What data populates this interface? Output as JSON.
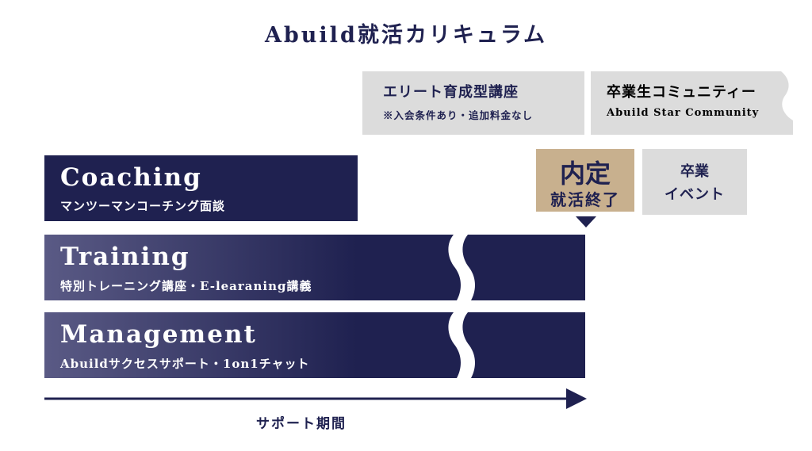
{
  "title": "Abuild就活カリキュラム",
  "elite_course": {
    "name": "エリート育成型講座",
    "note": "※入会条件あり・追加料金なし"
  },
  "alumni": {
    "name": "卒業生コミュニティー",
    "sub": "Abuild Star Community"
  },
  "offer": {
    "line1": "内定",
    "line2": "就活終了"
  },
  "graduation_event": {
    "line1": "卒業",
    "line2": "イベント"
  },
  "phases": [
    {
      "title": "Coaching",
      "subtitle": "マンツーマンコーチング面談"
    },
    {
      "title": "Training",
      "subtitle": "特別トレーニング講座・E-learaning講義"
    },
    {
      "title": "Management",
      "subtitle": "Abuildサクセスサポート・1on1チャット"
    }
  ],
  "timeline_label": "サポート期間",
  "colors": {
    "navy": "#1f2150",
    "gold": "#c8b08e",
    "gray": "#dcdcdc",
    "gradient_start": "#5a5a85"
  }
}
